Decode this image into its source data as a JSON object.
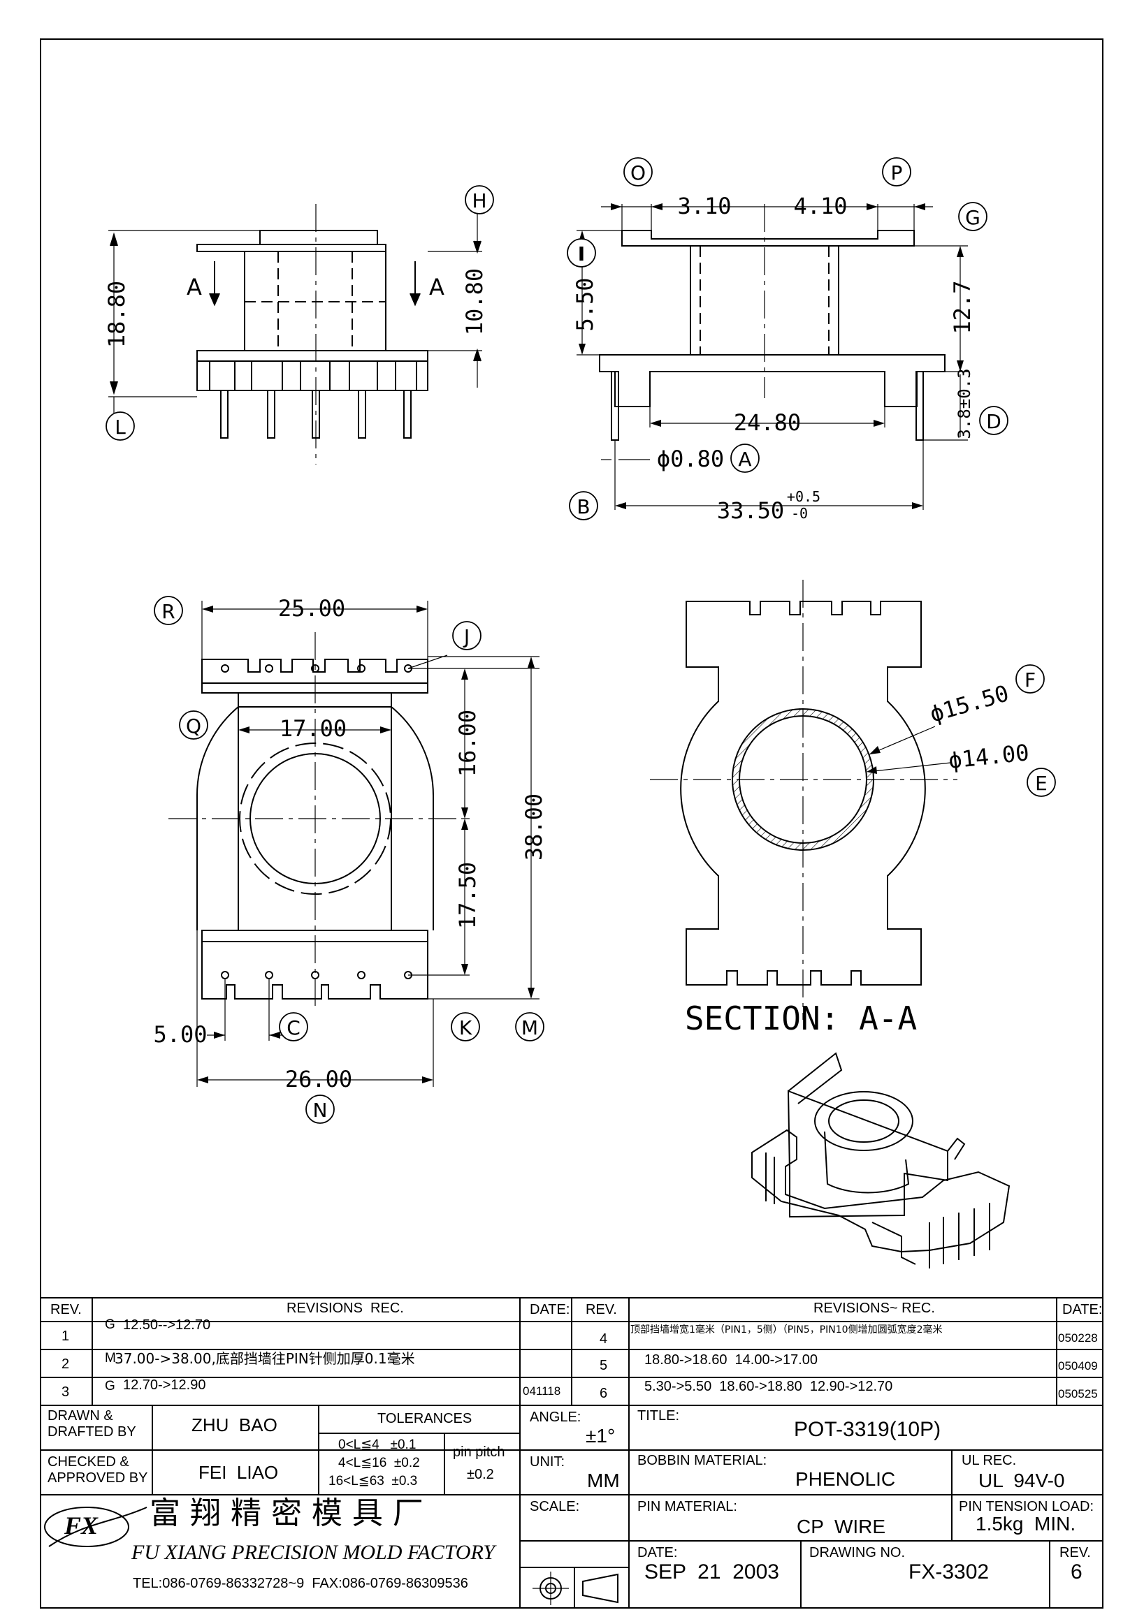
{
  "views": {
    "front": {
      "h_marker": "H",
      "l_marker": "L",
      "dim_height": "18.80",
      "dim_inner": "10.80",
      "section_left": "A",
      "section_right": "A"
    },
    "side": {
      "markers": {
        "o": "O",
        "p": "P",
        "g": "G",
        "i": "I",
        "d": "D",
        "a": "A",
        "b": "B"
      },
      "dim_left": "3.10",
      "dim_right": "4.10",
      "dim_flange": "5.50",
      "dim_height": "12.7",
      "dim_core": "24.80",
      "dim_pin": "3.8±0.3",
      "dim_pin_dia": "ϕ0.80",
      "dim_width": "33.50",
      "dim_width_tol_plus": "+0.5",
      "dim_width_tol_minus": "-0"
    },
    "top": {
      "markers": {
        "r": "R",
        "j": "J",
        "q": "Q",
        "c": "C",
        "k": "K",
        "m": "M",
        "n": "N"
      },
      "dim_top": "25.00",
      "dim_window": "17.00",
      "dim_upper": "16.00",
      "dim_lower": "17.50",
      "dim_total": "38.00",
      "dim_pitch": "5.00",
      "dim_bottom": "26.00"
    },
    "section": {
      "label": "SECTION: A-A",
      "dim_outer": "ϕ15.50",
      "dim_inner": "ϕ14.00",
      "marker_f": "F",
      "marker_e": "E"
    }
  },
  "revisions": {
    "headers": {
      "rev": "REV.",
      "rec": "REVISIONS  REC.",
      "date": "DATE:",
      "rev2": "REV.",
      "rec2": "REVISIONS~ REC.",
      "date2": "DATE:"
    },
    "left": [
      {
        "rev": "1",
        "mark": "G",
        "text": "12.50-->12.70",
        "date": ""
      },
      {
        "rev": "2",
        "mark": "M",
        "text": "37.00->38.00,底部挡墙往PIN针侧加厚0.1毫米",
        "date": ""
      },
      {
        "rev": "3",
        "mark": "G",
        "text": "12.70->12.90",
        "date": "041118"
      }
    ],
    "right": [
      {
        "rev": "4",
        "text": "顶部挡墙增宽1毫米（PIN1，5侧）（PIN5，PIN10侧增加圆弧宽度2毫米",
        "date": "050228"
      },
      {
        "rev": "5",
        "text": "18.80->18.60  14.00->17.00",
        "date": "050409"
      },
      {
        "rev": "6",
        "text": "5.30->5.50  18.60->18.80  12.90->12.70",
        "date": "050525"
      }
    ]
  },
  "title_block": {
    "drawn_label": "DRAWN &\nDRAFTED BY",
    "drawn_by": "ZHU  BAO",
    "checked_label": "CHECKED &\nAPPROVED BY",
    "checked_by": "FEI  LIAO",
    "tol_header": "TOLERANCES",
    "tol_rows": [
      "0<L≦4   ±0.1",
      "4<L≦16  ±0.2",
      "16<L≦63  ±0.3"
    ],
    "pin_pitch_label": "pin pitch",
    "pin_pitch_tol": "±0.2",
    "angle_label": "ANGLE:",
    "angle_value": "±1°",
    "unit_label": "UNIT:",
    "unit_value": "MM",
    "scale_label": "SCALE:",
    "title_label": "TITLE:",
    "title_value": "POT-3319(10P)",
    "bobbin_label": "BOBBIN MATERIAL:",
    "bobbin_value": "PHENOLIC",
    "ul_label": "UL REC.",
    "ul_value": "UL  94V-0",
    "pin_mat_label": "PIN MATERIAL:",
    "pin_mat_value": "CP  WIRE",
    "tension_label": "PIN TENSION LOAD:",
    "tension_value": "1.5kg  MIN.",
    "date_label": "DATE:",
    "date_value": "SEP  21  2003",
    "drawing_no_label": "DRAWING NO.",
    "drawing_no_value": "FX-3302",
    "rev_label": "REV.",
    "rev_value": "6",
    "company_cn": "富 翔 精 密 模 具 厂",
    "company_en": "FU XIANG PRECISION MOLD FACTORY",
    "company_tel": "TEL:086-0769-86332728~9  FAX:086-0769-86309536",
    "logo_text": "FX"
  }
}
